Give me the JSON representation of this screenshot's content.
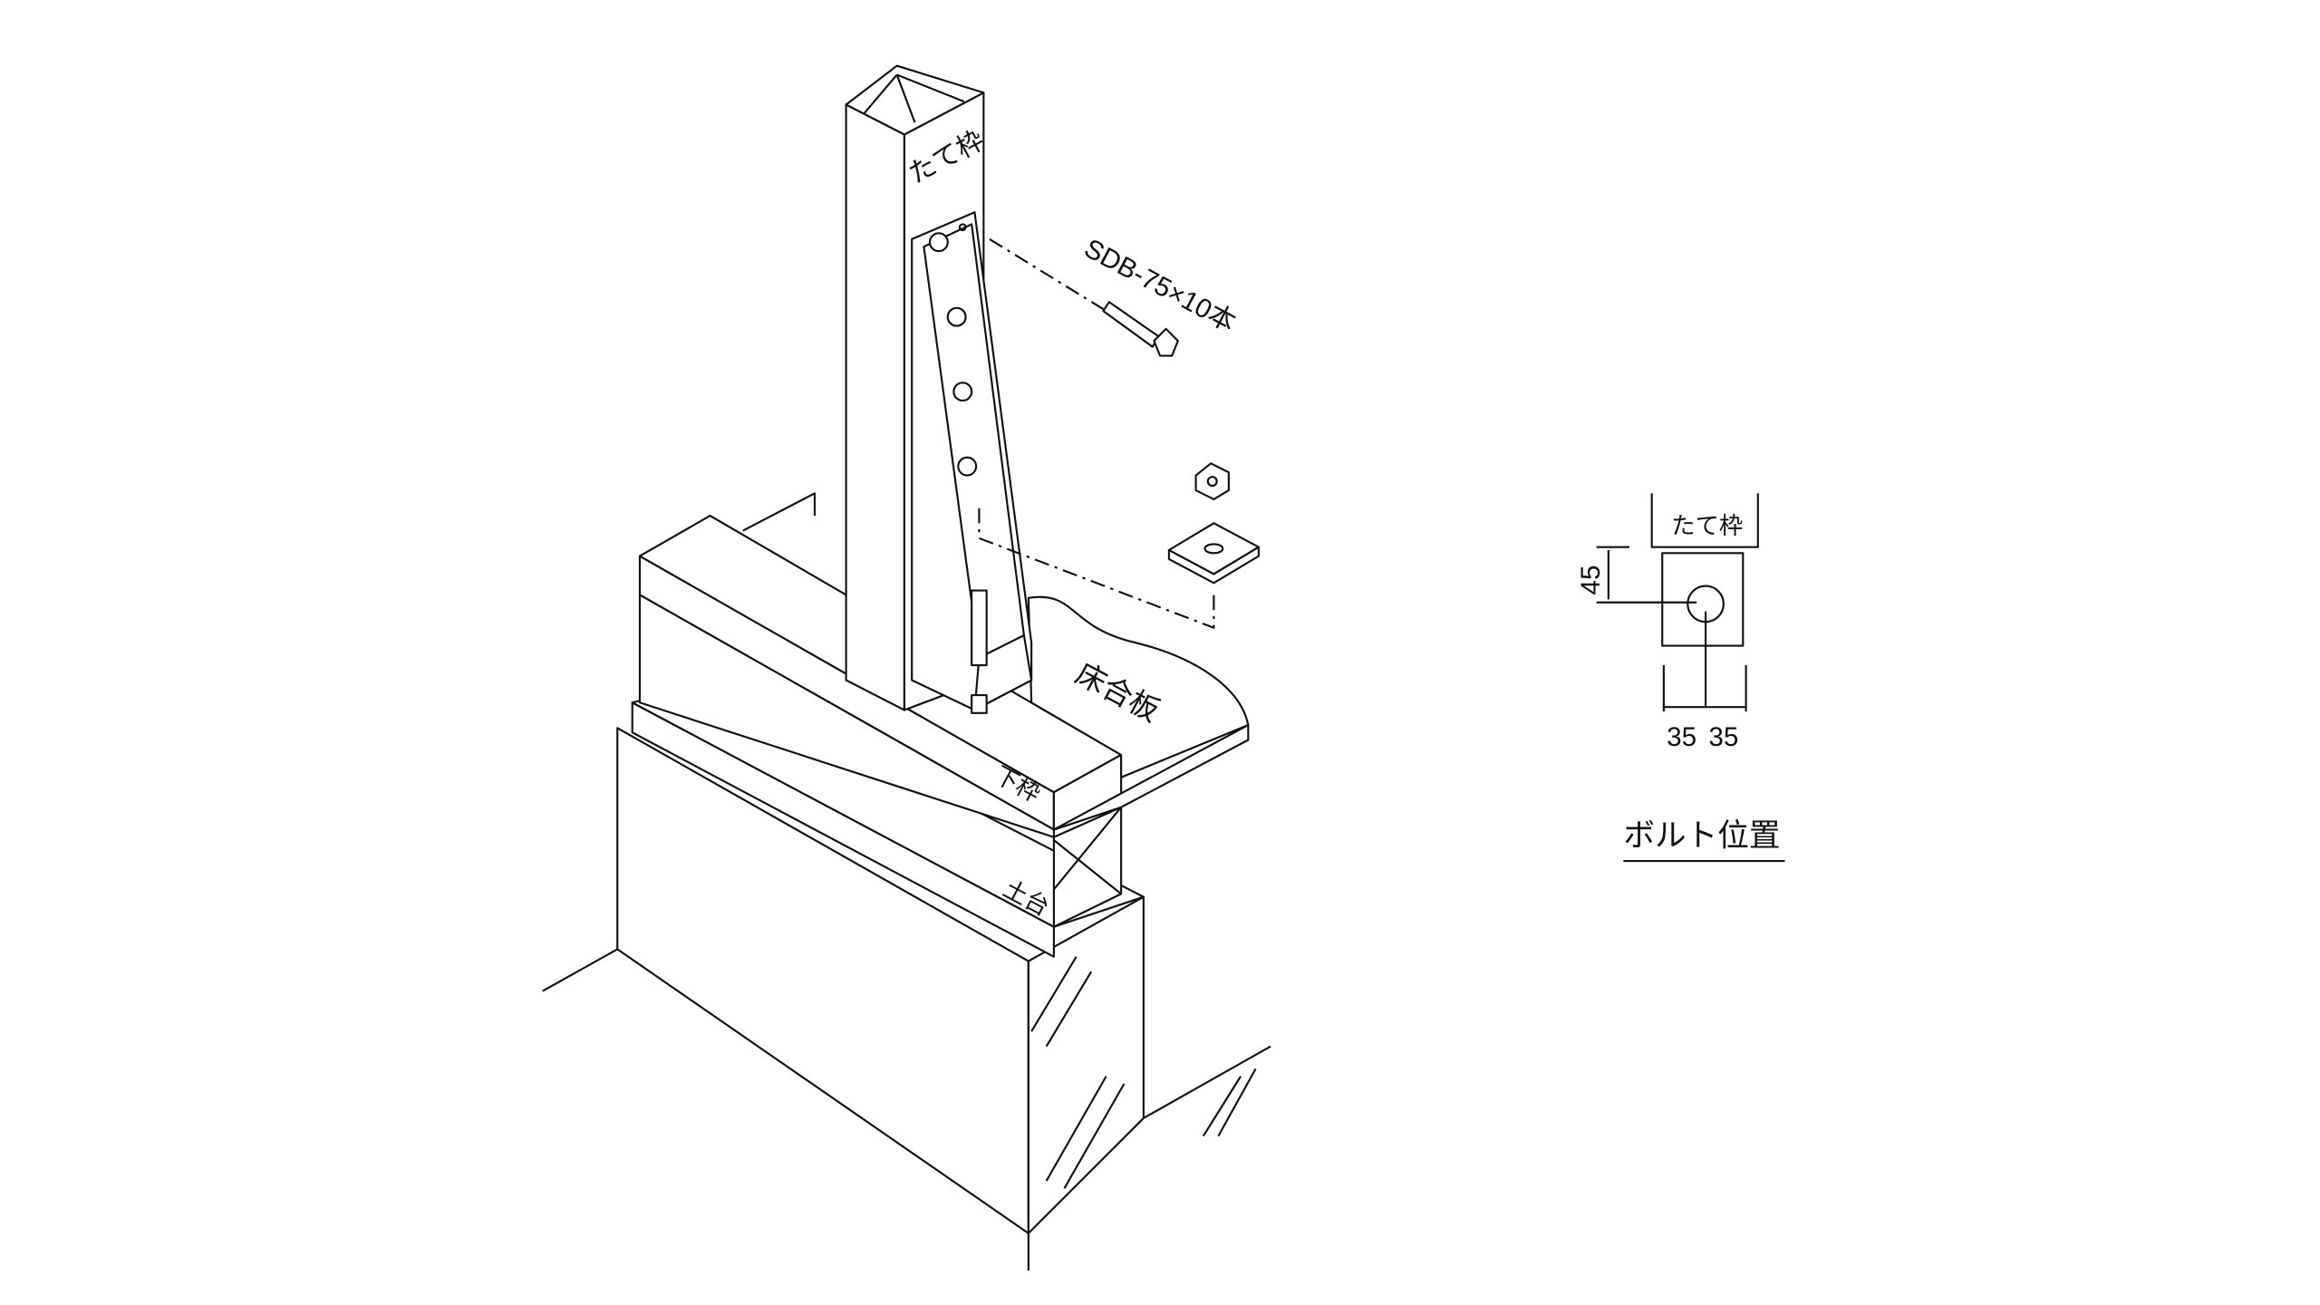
{
  "main_drawing": {
    "stud_label": "たて枠",
    "bolt_label": "SDB-75×10本",
    "plywood_label": "床合板",
    "bottom_plate_label": "下枠",
    "sill_label": "土台"
  },
  "detail": {
    "stud_label": "たて枠",
    "dim_vertical": "45",
    "dim_left": "35",
    "dim_right": "35",
    "title": "ボルト位置"
  }
}
